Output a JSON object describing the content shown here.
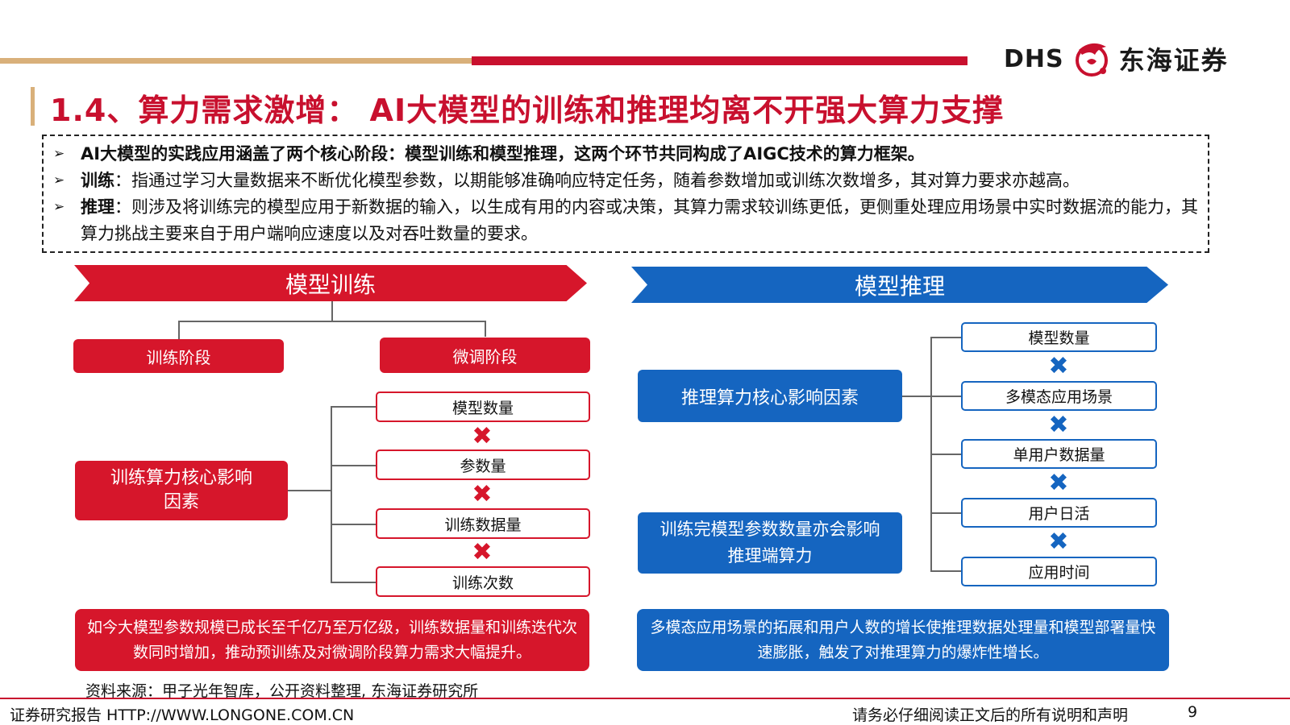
{
  "header": {
    "logo_latin": "DHS",
    "logo_cn": "东海证券",
    "title": "1.4、算力需求激增： AI大模型的训练和推理均离不开强大算力支撑"
  },
  "intro": {
    "bullets": [
      {
        "lead": "",
        "text": "AI大模型的实践应用涵盖了两个核心阶段：模型训练和模型推理，这两个环节共同构成了AIGC技术的算力框架。"
      },
      {
        "lead": "训练",
        "text": "：指通过学习大量数据来不断优化模型参数，以期能够准确响应特定任务，随着参数增加或训练次数增多，其对算力要求亦越高。"
      },
      {
        "lead": "推理",
        "text": "：则涉及将训练完的模型应用于新数据的输入，以生成有用的内容或决策，其算力需求较训练更低，更侧重处理应用场景中实时数据流的能力，其算力挑战主要来自于用户端响应速度以及对吞吐数量的要求。"
      }
    ]
  },
  "training": {
    "header": "模型训练",
    "stage_1": "训练阶段",
    "stage_2": "微调阶段",
    "core": "训练算力核心影响因素",
    "factors": [
      "模型数量",
      "参数量",
      "训练数据量",
      "训练次数"
    ],
    "note": "如今大模型参数规模已成长至千亿乃至万亿级，训练数据量和训练迭代次数同时增加，推动预训练及对微调阶段算力需求大幅提升。"
  },
  "inference": {
    "header": "模型推理",
    "core": "推理算力核心影响因素",
    "side": "训练完模型参数数量亦会影响推理端算力",
    "factors": [
      "模型数量",
      "多模态应用场景",
      "单用户数据量",
      "用户日活",
      "应用时间"
    ],
    "note": "多模态应用场景的拓展和用户人数的增长使推理数据处理量和模型部署量快速膨胀，触发了对推理算力的爆炸性增长。"
  },
  "multiply_symbol": "✖",
  "arrow_symbol": "➢",
  "source": "资料来源：甲子光年智库，公开资料整理, 东海证券研究所",
  "footer": {
    "left": "证券研究报告 HTTP://WWW.LONGONE.COM.CN",
    "right": "请务必仔细阅读正文后的所有说明和声明",
    "page": "9"
  },
  "colors": {
    "red": "#d6162b",
    "blue": "#1565c0",
    "gold": "#d9b07a"
  }
}
